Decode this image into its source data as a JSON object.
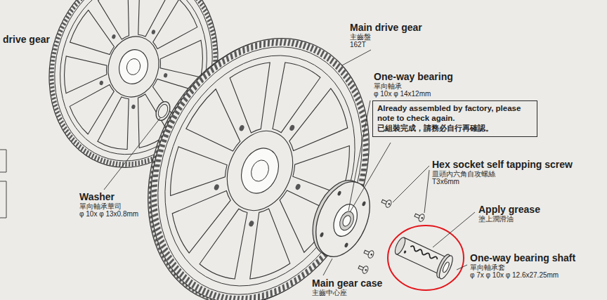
{
  "diagram": {
    "nodes": [
      {
        "text": [
          "Already assembled by factory, please note to check again.",
          "已組裝完成，請務必自行再確認。"
        ]
      }
    ],
    "labels": [
      "drive gear",
      "Main drive gear",
      "主齒盤",
      "162T",
      "One-way bearing",
      "單向軸承",
      "φ 10x φ 14x12mm",
      "Hex socket self tapping screw",
      "皿頭內六角自攻螺絲",
      "T3x6mm",
      "Apply grease",
      "塗上潤滑油",
      "Washer",
      "單向軸承華司",
      "φ 10x φ 13x0.8mm",
      "One-way bearing shaft",
      "單向軸承套",
      "φ 7x φ 10x φ 12.6x27.25mm",
      "Main gear case",
      "主齒中心座"
    ]
  }
}
